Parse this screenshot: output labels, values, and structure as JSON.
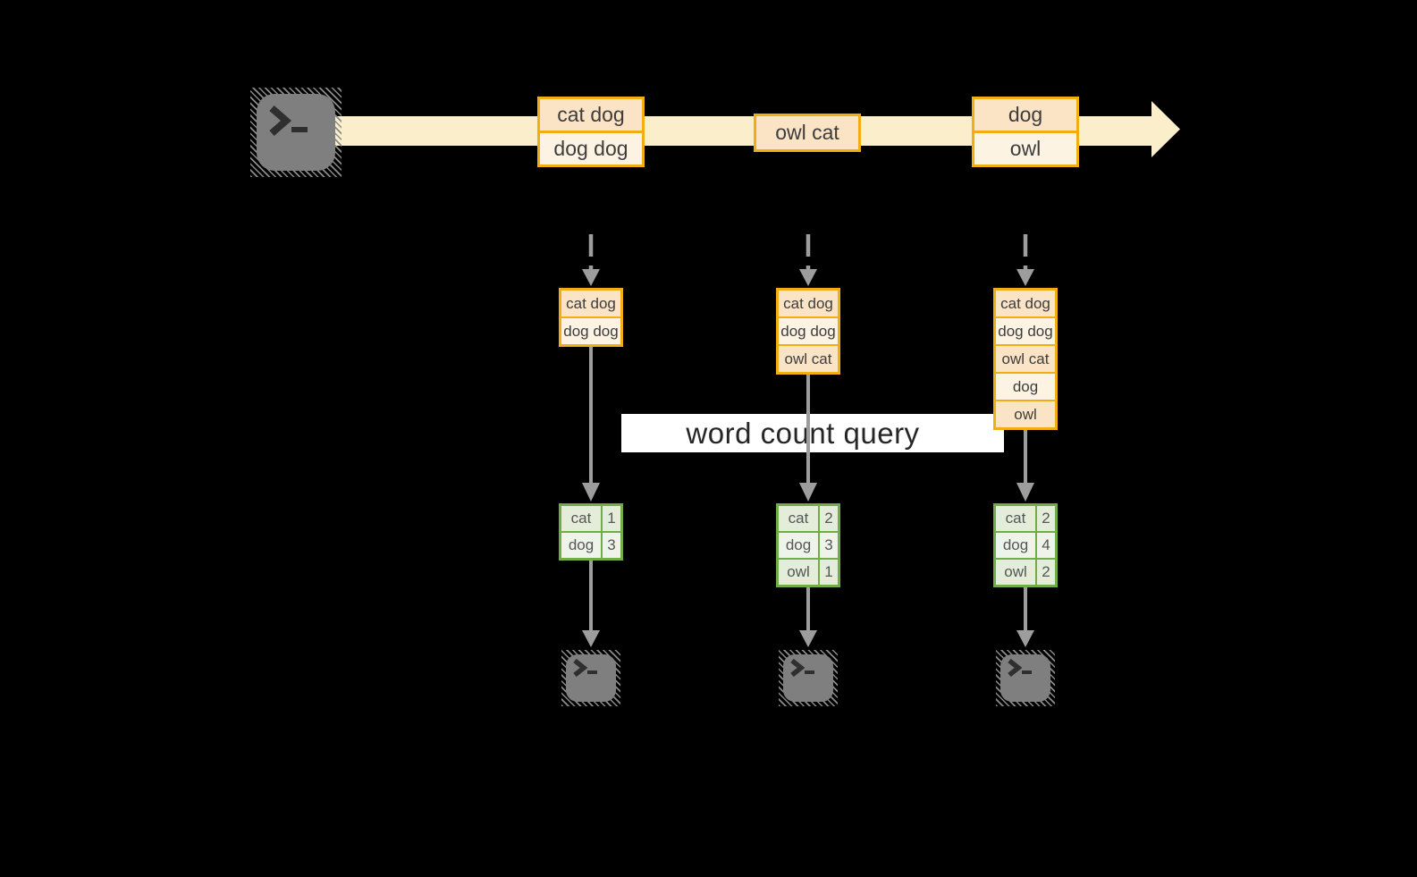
{
  "diagram": {
    "title_hint": "streaming word count",
    "source": {
      "icon": "terminal"
    },
    "stream_batches": [
      {
        "rows": [
          "cat dog",
          "dog dog"
        ]
      },
      {
        "rows": [
          "owl cat"
        ]
      },
      {
        "rows": [
          "dog",
          "owl"
        ]
      }
    ],
    "panes": [
      {
        "rows": [
          "cat dog",
          "dog dog"
        ]
      },
      {
        "rows": [
          "cat dog",
          "dog dog",
          "owl cat"
        ]
      },
      {
        "rows": [
          "cat dog",
          "dog dog",
          "owl cat",
          "dog",
          "owl"
        ]
      }
    ],
    "query": {
      "label": "word count query"
    },
    "result_tables": [
      {
        "rows": [
          {
            "word": "cat",
            "count": "1"
          },
          {
            "word": "dog",
            "count": "3"
          }
        ]
      },
      {
        "rows": [
          {
            "word": "cat",
            "count": "2"
          },
          {
            "word": "dog",
            "count": "3"
          },
          {
            "word": "owl",
            "count": "1"
          }
        ]
      },
      {
        "rows": [
          {
            "word": "cat",
            "count": "2"
          },
          {
            "word": "dog",
            "count": "4"
          },
          {
            "word": "owl",
            "count": "2"
          }
        ]
      }
    ],
    "sinks": [
      {
        "icon": "terminal"
      },
      {
        "icon": "terminal"
      },
      {
        "icon": "terminal"
      }
    ]
  },
  "colors": {
    "background": "#000000",
    "stream_band": "#fbeeca",
    "box_border": "#f0ae13",
    "box_fill_dark": "#fbe3c5",
    "box_fill_light": "#fdf3e3",
    "table_border": "#71ad47",
    "table_fill_dark": "#e4ecda",
    "table_fill_light": "#eff4ea",
    "connector": "#9d9d9d",
    "icon_fill": "#7f7f7f",
    "query_band": "#ffffff",
    "text": "#3d3d3d"
  }
}
